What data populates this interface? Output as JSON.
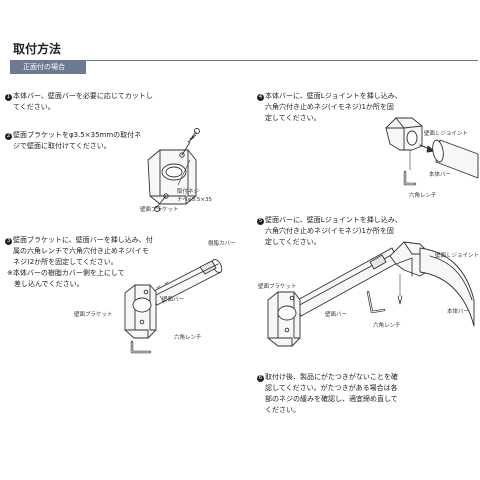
{
  "header": {
    "title": "取付方法",
    "subtitle": "正面付の場合"
  },
  "steps": [
    {
      "num": "1",
      "lines": [
        "本体バー、壁面バーを必要に応じてカットし",
        "てください。"
      ]
    },
    {
      "num": "2",
      "lines": [
        "壁面ブラケットをφ3.5×35mmの取付ネ",
        "ジで壁面に取付けてください。"
      ]
    },
    {
      "num": "3",
      "lines": [
        "壁面ブラケットに、壁面バーを挿し込み、付",
        "属の六角レンチで六角穴付き止めネジ(イモ",
        "ネジ)2か所を固定してください。"
      ],
      "notes": [
        "※本体バーの樹脂カバー側を上にして",
        "　差し込んでください。"
      ]
    },
    {
      "num": "4",
      "lines": [
        "本体バーに、壁面Lジョイントを挿し込み、",
        "六角穴付き止めネジ(イモネジ)1か所を固",
        "定してください。"
      ]
    },
    {
      "num": "5",
      "lines": [
        "壁面バーに、壁面Lジョイントを挿し込み、",
        "六角穴付き止めネジ(イモネジ)1か所を固",
        "定してください。"
      ]
    },
    {
      "num": "6",
      "lines": [
        "取付け後、製品にがたつきがないことを確",
        "認してください。がたつきがある場合は各",
        "部のネジの緩みを確認し、適宜締め直して",
        "ください。"
      ]
    }
  ],
  "labels": {
    "step2_bracket": "壁面ブラケット",
    "step2_screw1": "取付ネジ",
    "step2_screw2": "ナベφ3.5×35",
    "step3_cover": "樹脂カバー",
    "step3_bar": "壁面バー",
    "step3_bracket": "壁面ブラケット",
    "step3_wrench": "六角レンチ",
    "step4_joint": "壁面Ｌジョイント",
    "step4_bar": "本体バー",
    "step4_wrench": "六角レンチ",
    "step5_joint": "壁面Ｌジョイント",
    "step5_bracket": "壁面ブラケット",
    "step5_wallbar": "壁面バー",
    "step5_mainbar": "本体バー",
    "step5_wrench": "六角レンチ"
  }
}
